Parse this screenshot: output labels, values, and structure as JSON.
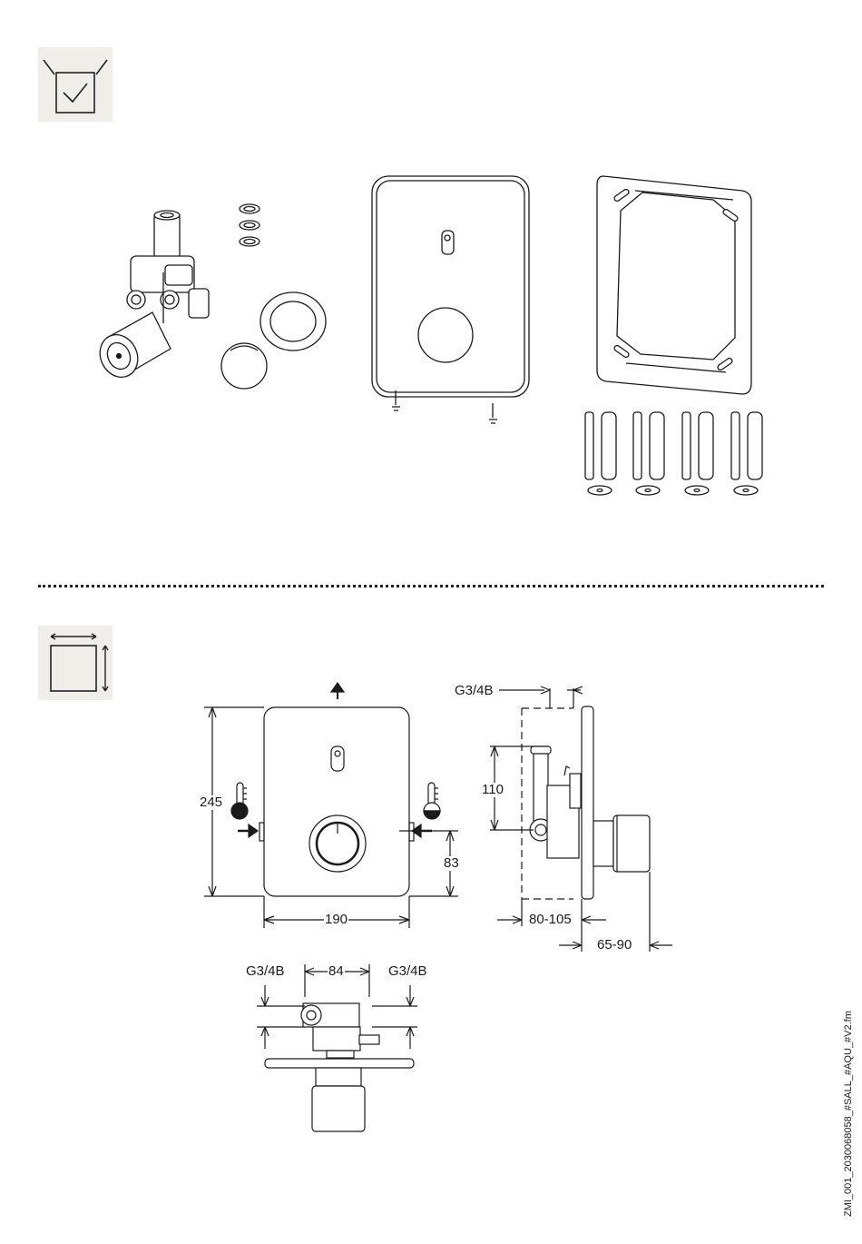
{
  "dimensions": {
    "height_total": "245",
    "width_total": "190",
    "bottom_offset": "83",
    "side_height": "110",
    "side_connection": "G3/4B",
    "wall_depth": "80-105",
    "handle_projection": "65-90",
    "top_left_connection": "G3/4B",
    "top_spacing": "84",
    "top_right_connection": "G3/4B"
  },
  "footer": {
    "document_code": "ZMI_001_2030068058_#SALL_#AQU_#V2.fm"
  }
}
